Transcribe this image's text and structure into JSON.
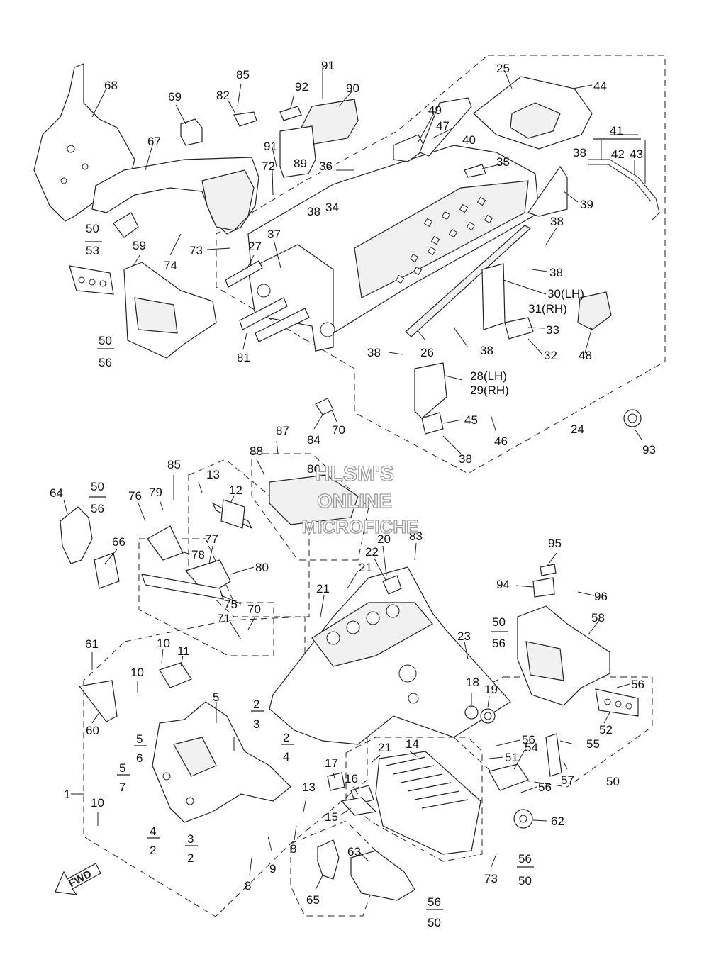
{
  "watermark": {
    "line1": "HLSM'S",
    "line2": "ONLINE",
    "line3": "MICROFICHE"
  },
  "fwd_label": "FWD",
  "callouts": {
    "c1": "68",
    "c2": "69",
    "c3": "85",
    "c4": "82",
    "c5": "91",
    "c6": "92",
    "c7": "90",
    "c8": "44",
    "c9": "25",
    "c10": "67",
    "c11": "91",
    "c12": "89",
    "c13": "72",
    "c14": "36",
    "c15": "34",
    "c16": "38",
    "c17": "35",
    "c18": "47",
    "c19": "49",
    "c20": "40",
    "c21": "41",
    "c22": "42",
    "c23": "43",
    "c24": "38",
    "c25": "39",
    "c26": "50",
    "c27": "53",
    "c28": "59",
    "c29": "73",
    "c30": "74",
    "c31": "27",
    "c32": "37",
    "c33": "38",
    "c34": "38",
    "c35": "30(LH)",
    "c36": "31(RH)",
    "c37": "33",
    "c38": "32",
    "c39": "48",
    "c40": "50",
    "c41": "56",
    "c42": "81",
    "c43": "38",
    "c44": "26",
    "c45": "38",
    "c46": "28(LH)",
    "c47": "29(RH)",
    "c48": "45",
    "c49": "46",
    "c50": "84",
    "c51": "70",
    "c52": "38",
    "c53": "24",
    "c54": "93",
    "c55": "87",
    "c56": "88",
    "c57": "86",
    "c58": "85",
    "c59": "13",
    "c60": "12",
    "c61": "64",
    "c62": "50",
    "c63": "56",
    "c64": "76",
    "c65": "79",
    "c66": "66",
    "c67": "78",
    "c68": "77",
    "c69": "80",
    "c70": "75",
    "c71": "71",
    "c72": "70",
    "c73": "20",
    "c74": "83",
    "c75": "22",
    "c76": "21",
    "c77": "21",
    "c78": "95",
    "c79": "94",
    "c80": "96",
    "c81": "23",
    "c82": "50",
    "c83": "56",
    "c84": "58",
    "c85": "61",
    "c86": "10",
    "c87": "11",
    "c88": "10",
    "c89": "60",
    "c90": "5",
    "c91": "2",
    "c92": "3",
    "c93": "2",
    "c94": "4",
    "c95": "18",
    "c96": "19",
    "c97": "56",
    "c98": "52",
    "c99": "5",
    "c100": "6",
    "c101": "5",
    "c102": "7",
    "c103": "1",
    "c104": "10",
    "c105": "13",
    "c106": "21",
    "c107": "14",
    "c108": "17",
    "c109": "16",
    "c110": "15",
    "c111": "56",
    "c112": "54",
    "c113": "55",
    "c114": "51",
    "c115": "57",
    "c116": "56",
    "c117": "50",
    "c118": "62",
    "c119": "4",
    "c120": "2",
    "c121": "3",
    "c122": "2",
    "c123": "8",
    "c124": "9",
    "c125": "8",
    "c126": "63",
    "c127": "65",
    "c128": "73",
    "c129": "56",
    "c130": "50",
    "c131": "56",
    "c132": "50"
  }
}
